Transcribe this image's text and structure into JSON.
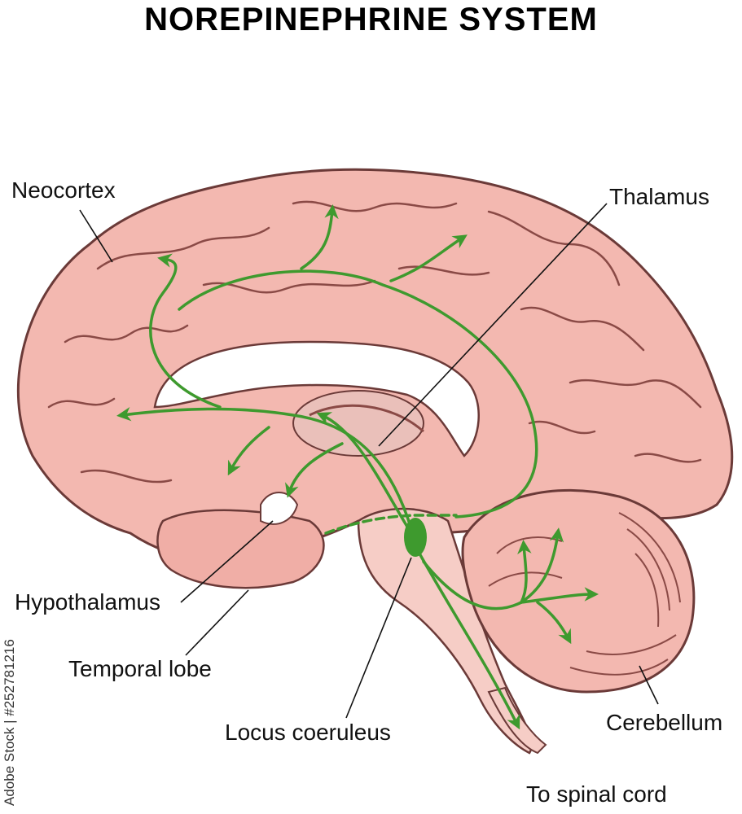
{
  "title": "NOREPINEPHRINE  SYSTEM",
  "labels": {
    "neocortex": "Neocortex",
    "thalamus": "Thalamus",
    "hypothalamus": "Hypothalamus",
    "temporal_lobe": "Temporal lobe",
    "locus_coeruleus": "Locus coeruleus",
    "cerebellum": "Cerebellum",
    "spinal_cord": "To spinal cord"
  },
  "watermark": "Adobe Stock | #252781216",
  "colors": {
    "cortex_fill": "#f3b8b0",
    "cortex_shadow": "#e59a93",
    "outline": "#6b3a38",
    "pathway": "#3e9a2e",
    "ventricle": "#ffffff",
    "brainstem": "#f6cdc6"
  }
}
